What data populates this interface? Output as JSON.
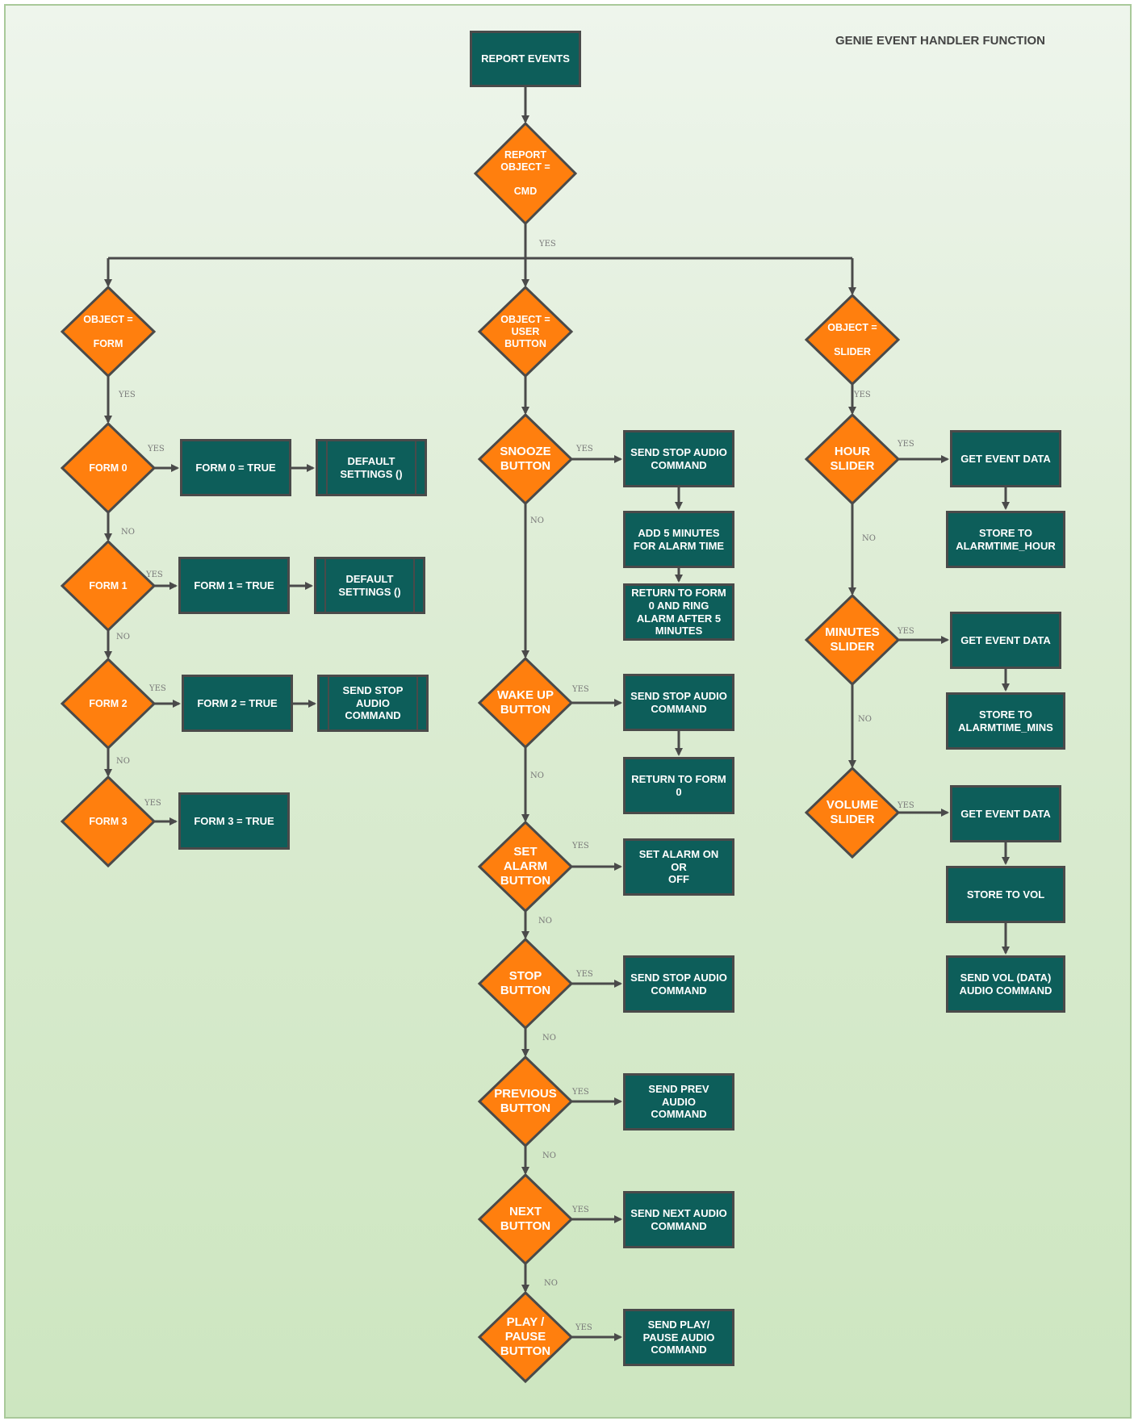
{
  "title": "GENIE EVENT HANDLER FUNCTION",
  "colors": {
    "process_fill": "#0d5e5a",
    "decision_fill": "#ff7f0e",
    "border": "#4a4a4a",
    "background": "#d9ebd0"
  },
  "start": "REPORT EVENTS",
  "decision_root": "REPORT\nOBJECT =\n\nCMD",
  "branch_labels": {
    "yes": "YES",
    "no": "NO"
  },
  "form_branch": {
    "decision": "OBJECT =\n\nFORM",
    "form0": {
      "decision": "FORM 0",
      "action": "FORM 0 = TRUE",
      "sub": "DEFAULT\nSETTINGS ()"
    },
    "form1": {
      "decision": "FORM 1",
      "action": "FORM 1 = TRUE",
      "sub": "DEFAULT\nSETTINGS ()"
    },
    "form2": {
      "decision": "FORM 2",
      "action": "FORM 2 = TRUE",
      "sub": "SEND STOP\nAUDIO\nCOMMAND"
    },
    "form3": {
      "decision": "FORM 3",
      "action": "FORM 3 = TRUE"
    }
  },
  "button_branch": {
    "decision": "OBJECT =\nUSER\nBUTTON",
    "snooze": {
      "decision": "SNOOZE\nBUTTON",
      "actions": [
        "SEND STOP AUDIO\nCOMMAND",
        "ADD 5 MINUTES\nFOR ALARM TIME",
        "RETURN TO FORM\n0 AND RING\nALARM AFTER 5\nMINUTES"
      ]
    },
    "wakeup": {
      "decision": "WAKE UP\nBUTTON",
      "actions": [
        "SEND STOP AUDIO\nCOMMAND",
        "RETURN TO FORM\n0"
      ]
    },
    "setalarm": {
      "decision": "SET ALARM\nBUTTON",
      "actions": [
        "SET ALARM ON OR\nOFF"
      ]
    },
    "stop": {
      "decision": "STOP\nBUTTON",
      "actions": [
        "SEND STOP AUDIO\nCOMMAND"
      ]
    },
    "previous": {
      "decision": "PREVIOUS\nBUTTON",
      "actions": [
        "SEND PREV AUDIO\nCOMMAND"
      ]
    },
    "next": {
      "decision": "NEXT\nBUTTON",
      "actions": [
        "SEND NEXT AUDIO\nCOMMAND"
      ]
    },
    "playpause": {
      "decision": "PLAY /\nPAUSE\nBUTTON",
      "actions": [
        "SEND PLAY/\nPAUSE AUDIO\nCOMMAND"
      ]
    }
  },
  "slider_branch": {
    "decision": "OBJECT =\n\nSLIDER",
    "hour": {
      "decision": "HOUR\nSLIDER",
      "actions": [
        "GET EVENT DATA",
        "STORE TO\nALARMTIME_HOUR"
      ]
    },
    "minutes": {
      "decision": "MINUTES\nSLIDER",
      "actions": [
        "GET EVENT DATA",
        "STORE TO\nALARMTIME_MINS"
      ]
    },
    "volume": {
      "decision": "VOLUME\nSLIDER",
      "actions": [
        "GET EVENT DATA",
        "STORE TO VOL",
        "SEND VOL (DATA)\nAUDIO COMMAND"
      ]
    }
  }
}
